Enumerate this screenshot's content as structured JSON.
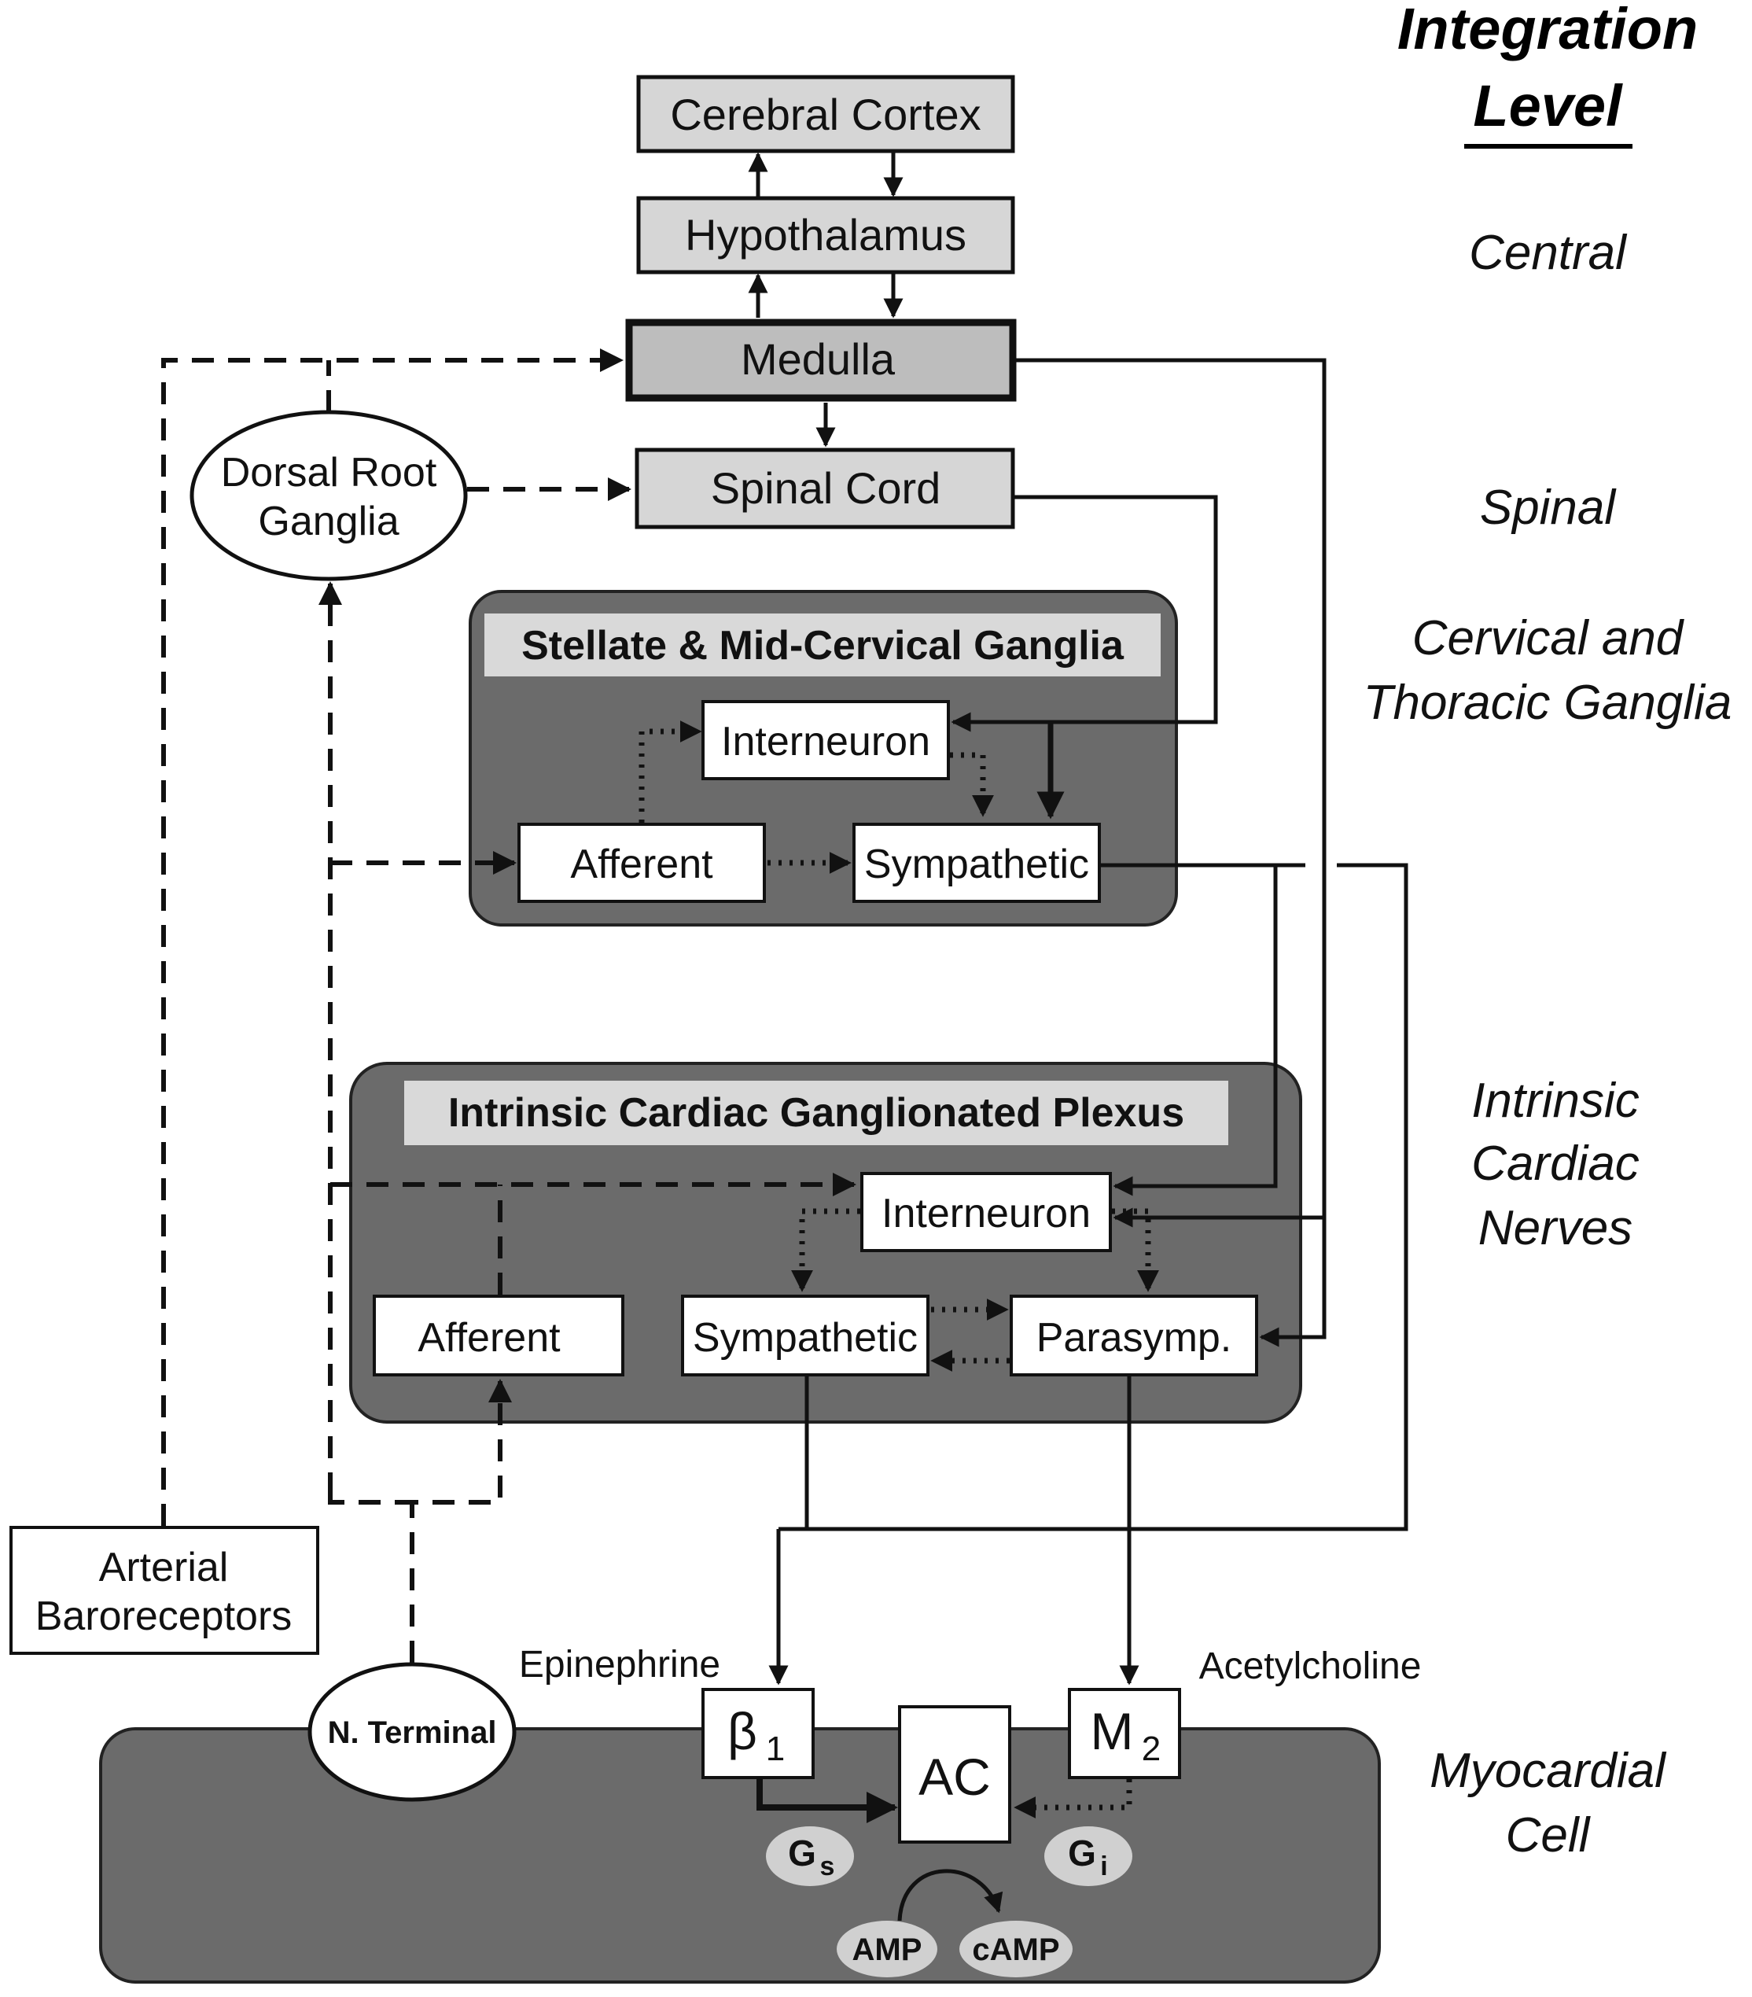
{
  "levels": {
    "header_line1": "Integration",
    "header_line2": "Level",
    "central": "Central",
    "spinal": "Spinal",
    "cervical_line1": "Cervical and",
    "cervical_line2": "Thoracic Ganglia",
    "intrinsic_line1": "Intrinsic",
    "intrinsic_line2": "Cardiac",
    "intrinsic_line3": "Nerves",
    "myocardial_line1": "Myocardial",
    "myocardial_line2": "Cell"
  },
  "central_nodes": {
    "cerebral_cortex": "Cerebral Cortex",
    "hypothalamus": "Hypothalamus",
    "medulla": "Medulla",
    "spinal_cord": "Spinal Cord"
  },
  "dorsal_root": {
    "line1": "Dorsal Root",
    "line2": "Ganglia"
  },
  "stellate": {
    "title": "Stellate & Mid-Cervical Ganglia",
    "interneuron": "Interneuron",
    "afferent": "Afferent",
    "sympathetic": "Sympathetic"
  },
  "intrinsic": {
    "title": "Intrinsic Cardiac Ganglionated Plexus",
    "interneuron": "Interneuron",
    "afferent": "Afferent",
    "sympathetic": "Sympathetic",
    "parasymp": "Parasymp."
  },
  "baroreceptors": {
    "line1": "Arterial",
    "line2": "Baroreceptors"
  },
  "cell": {
    "n_terminal": "N. Terminal",
    "epinephrine": "Epinephrine",
    "acetylcholine": "Acetylcholine",
    "beta_symbol": "β",
    "beta_sub": "1",
    "ac": "AC",
    "m_symbol": "M",
    "m_sub": "2",
    "gs_symbol": "G",
    "gs_sub": "s",
    "gi_symbol": "G",
    "gi_sub": "i",
    "amp": "AMP",
    "camp": "cAMP"
  },
  "colors": {
    "dark_panel": "#6b6b6b",
    "light_box": "#d6d6d6",
    "medulla_box": "#bdbdbd",
    "title_strip": "#d9d9d9",
    "line": "#111111"
  }
}
